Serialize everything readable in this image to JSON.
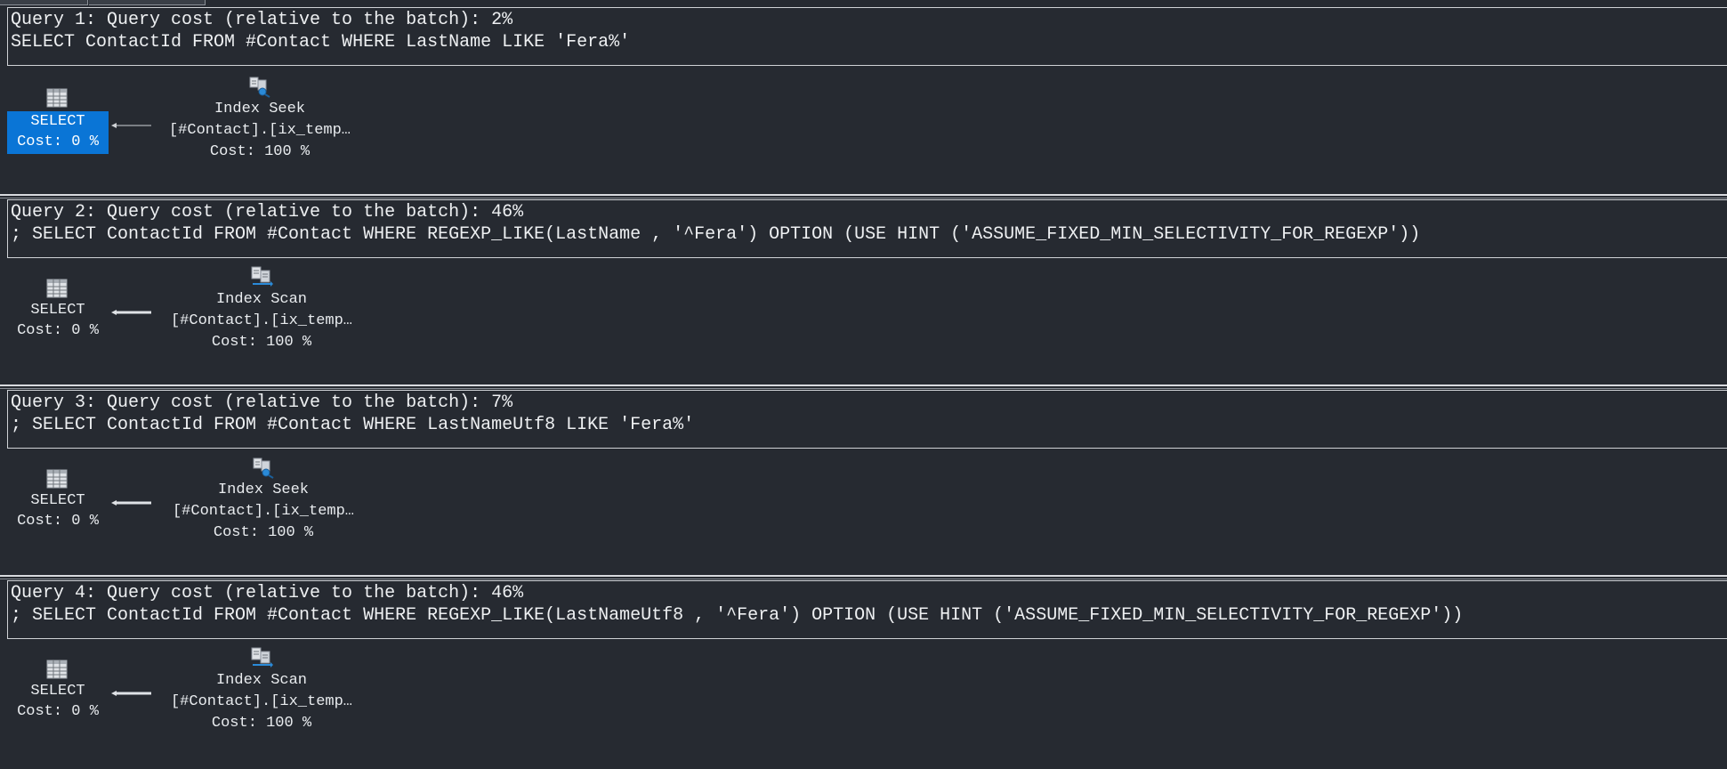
{
  "queries": [
    {
      "header": "Query 1: Query cost (relative to the batch): 2%",
      "sql": "SELECT ContactId FROM #Contact WHERE LastName LIKE 'Fera%'",
      "select_node": {
        "name": "SELECT",
        "cost": "Cost: 0 %",
        "selected": true
      },
      "operator_node": {
        "name": "Index Seek",
        "object": "[#Contact].[ix_temp…",
        "cost": "Cost: 100 %",
        "icon": "index-seek-icon"
      }
    },
    {
      "header": "Query 2: Query cost (relative to the batch): 46%",
      "sql": "; SELECT ContactId FROM #Contact WHERE REGEXP_LIKE(LastName , '^Fera') OPTION (USE HINT ('ASSUME_FIXED_MIN_SELECTIVITY_FOR_REGEXP'))",
      "select_node": {
        "name": "SELECT",
        "cost": "Cost: 0 %",
        "selected": false
      },
      "operator_node": {
        "name": "Index Scan",
        "object": "[#Contact].[ix_temp…",
        "cost": "Cost: 100 %",
        "icon": "index-scan-icon"
      }
    },
    {
      "header": "Query 3: Query cost (relative to the batch): 7%",
      "sql": "; SELECT ContactId FROM #Contact WHERE LastNameUtf8 LIKE 'Fera%'",
      "select_node": {
        "name": "SELECT",
        "cost": "Cost: 0 %",
        "selected": false
      },
      "operator_node": {
        "name": "Index Seek",
        "object": "[#Contact].[ix_temp…",
        "cost": "Cost: 100 %",
        "icon": "index-seek-icon"
      }
    },
    {
      "header": "Query 4: Query cost (relative to the batch): 46%",
      "sql": "; SELECT ContactId FROM #Contact WHERE REGEXP_LIKE(LastNameUtf8 , '^Fera') OPTION (USE HINT ('ASSUME_FIXED_MIN_SELECTIVITY_FOR_REGEXP'))",
      "select_node": {
        "name": "SELECT",
        "cost": "Cost: 0 %",
        "selected": false
      },
      "operator_node": {
        "name": "Index Scan",
        "object": "[#Contact].[ix_temp…",
        "cost": "Cost: 100 %",
        "icon": "index-scan-icon"
      }
    }
  ],
  "colors": {
    "background": "#262a31",
    "selection": "#0a75d6",
    "text": "#e9ecef"
  }
}
